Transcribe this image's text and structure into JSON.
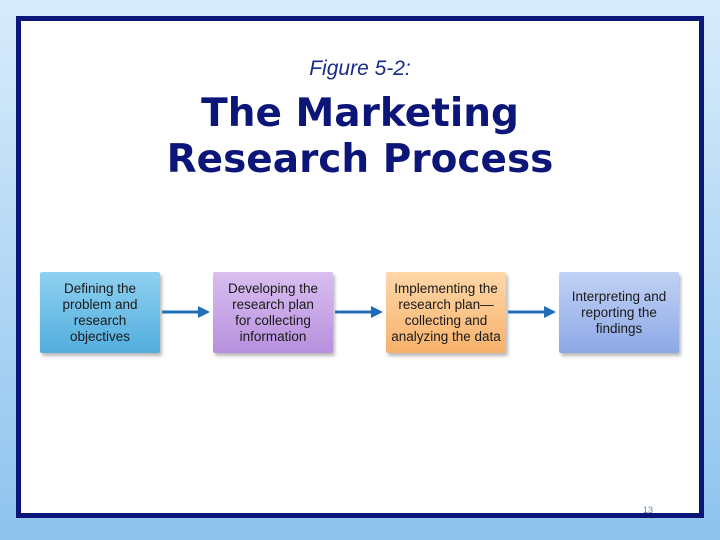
{
  "slide": {
    "figure_label": "Figure 5-2:",
    "title_line1": "The Marketing",
    "title_line2": "Research Process",
    "page_number": "13"
  },
  "steps": [
    {
      "label": "Defining the problem and research objectives"
    },
    {
      "label": "Developing the research plan for collecting information"
    },
    {
      "label": "Implementing the research plan—collecting and analyzing the data"
    },
    {
      "label": "Interpreting and reporting the findings"
    }
  ],
  "colors": {
    "frame": "#0c1679",
    "arrow": "#1f6fb8",
    "step1": "#52aede",
    "step2": "#b790dd",
    "step3": "#f7b26c",
    "step4": "#8ca8e6"
  }
}
